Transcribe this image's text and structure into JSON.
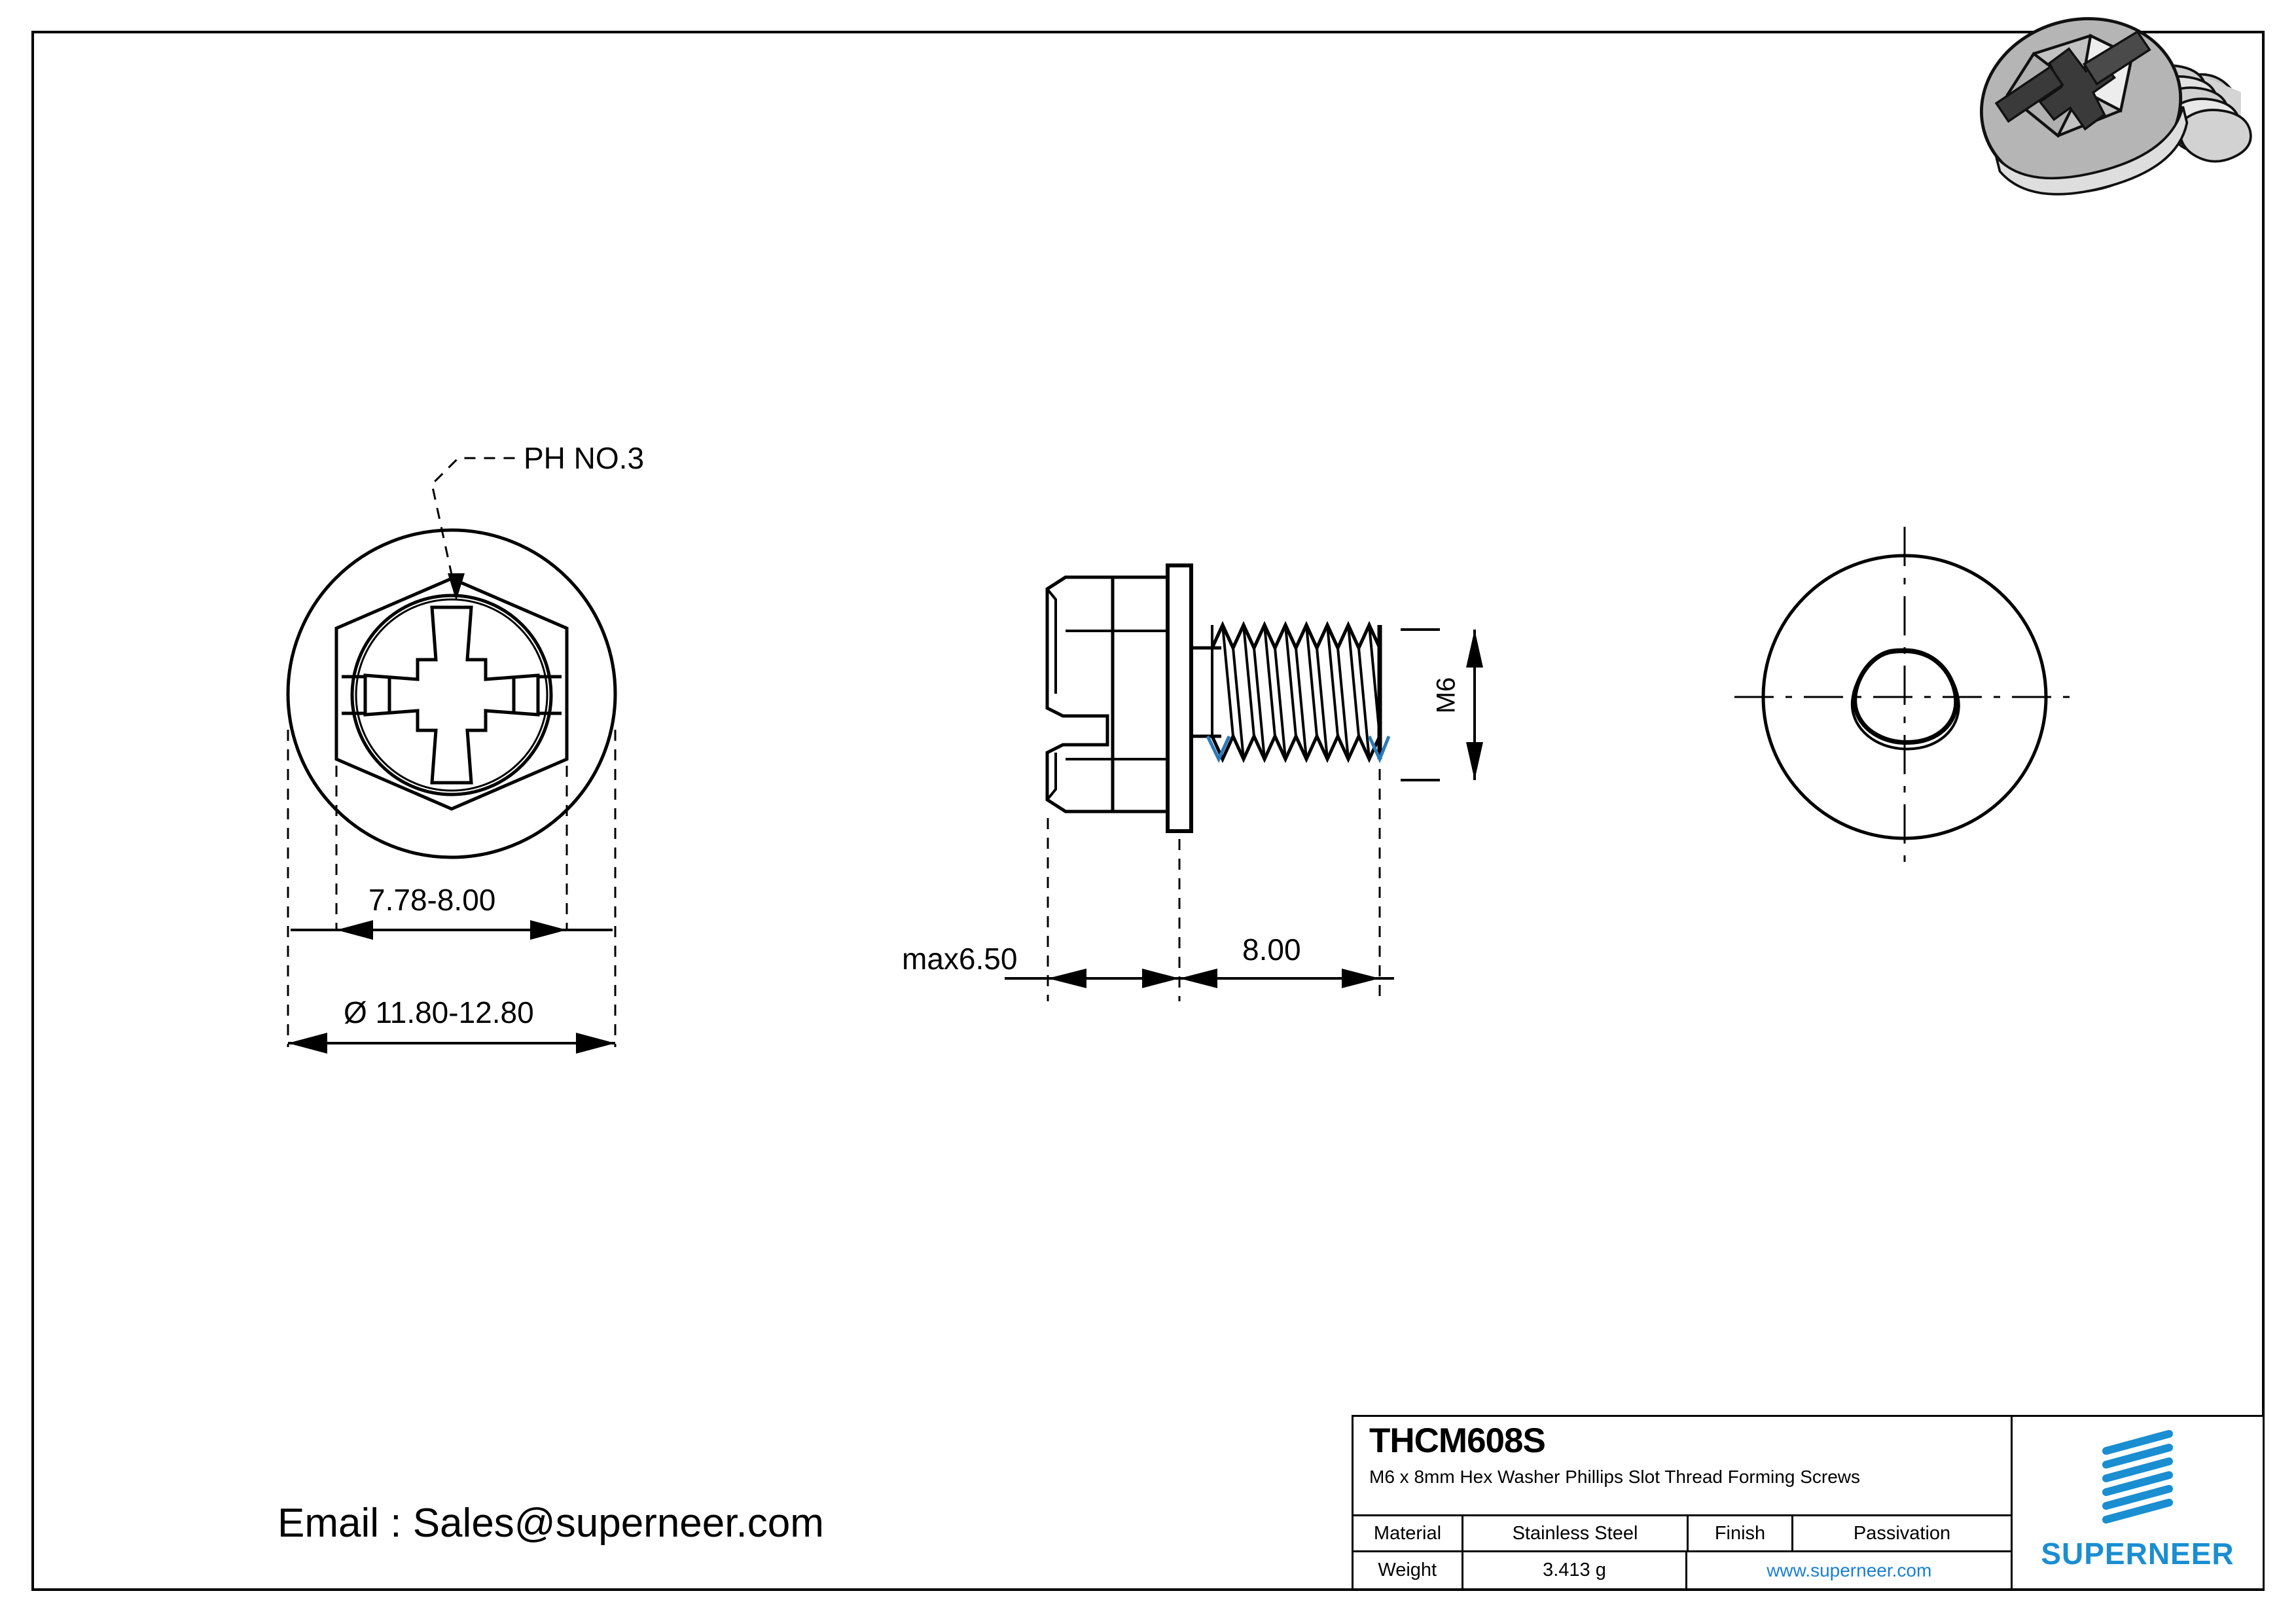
{
  "sheet": {
    "background_color": "#ffffff",
    "border_color": "#000000"
  },
  "email_line": "Email : Sales@superneer.com",
  "views": {
    "top_view": {
      "callout_label": "PH NO.3",
      "dim_across_flats": "7.78-8.00",
      "dim_flange_diameter": "Ø 11.80-12.80"
    },
    "side_view": {
      "dim_head_height": "max6.50",
      "dim_thread_length": "8.00",
      "dim_thread_size": "M6"
    },
    "end_view": {
      "description": "tri-lobular point end view"
    }
  },
  "title_block": {
    "part_number": "THCM608S",
    "description": "M6 x 8mm Hex Washer Phillips Slot Thread Forming  Screws",
    "rows": [
      {
        "label": "Material",
        "value": "Stainless Steel",
        "label2": "Finish",
        "value2": "Passivation"
      },
      {
        "label": "Weight",
        "value": "3.413 g",
        "website": "www.superneer.com"
      }
    ],
    "brand": {
      "wordmark": "SUPERNEER",
      "color": "#1a8ed1",
      "link_color": "#1a7fd4"
    }
  },
  "isometric": {
    "name": "hex washer head phillips slot screw 3d render",
    "colors": {
      "body_light": "#b8b8b8",
      "body_mid": "#9a9a9a",
      "body_dark": "#3b3b3b",
      "highlight": "#f2f2f2",
      "outline": "#111111"
    }
  }
}
